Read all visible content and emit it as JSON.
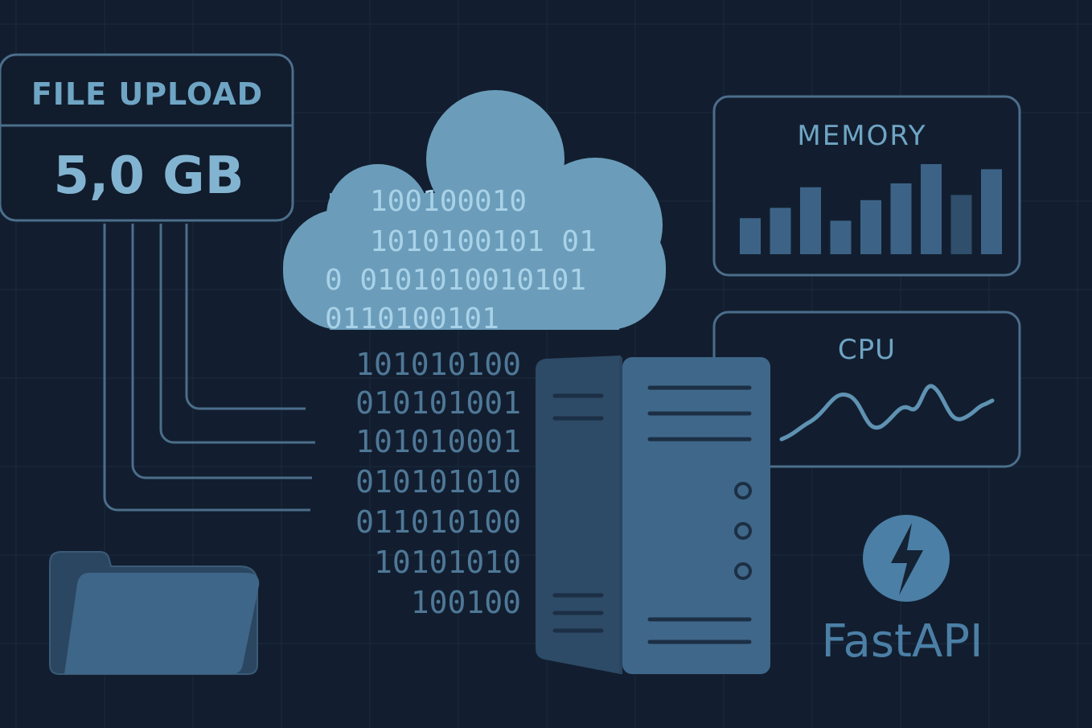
{
  "upload_card": {
    "title": "FILE UPLOAD",
    "size": "5,0 GB"
  },
  "cloud": {
    "lines": [
      "100100010",
      "1010100101 01",
      "0 0101010010101",
      "0110100101"
    ]
  },
  "binary_stream": {
    "lines": [
      "101010100",
      "010101001",
      "101010001",
      "010101010",
      "011010100",
      "10101010",
      "100100"
    ]
  },
  "memory_panel": {
    "title": "MEMORY",
    "bars": [
      0.28,
      0.36,
      0.52,
      0.26,
      0.42,
      0.55,
      0.7,
      0.46,
      0.66
    ]
  },
  "cpu_panel": {
    "title": "CPU"
  },
  "logo": {
    "name": "FastAPI",
    "icon": "lightning-bolt-icon"
  },
  "colors": {
    "background": "#121e2f",
    "line": "#4e7290",
    "accent": "#6ea6c6",
    "text_light": "#86b7d3",
    "cloud": "#6fa1bf",
    "server": "#3b5f80",
    "server_front": "#4a7396"
  }
}
